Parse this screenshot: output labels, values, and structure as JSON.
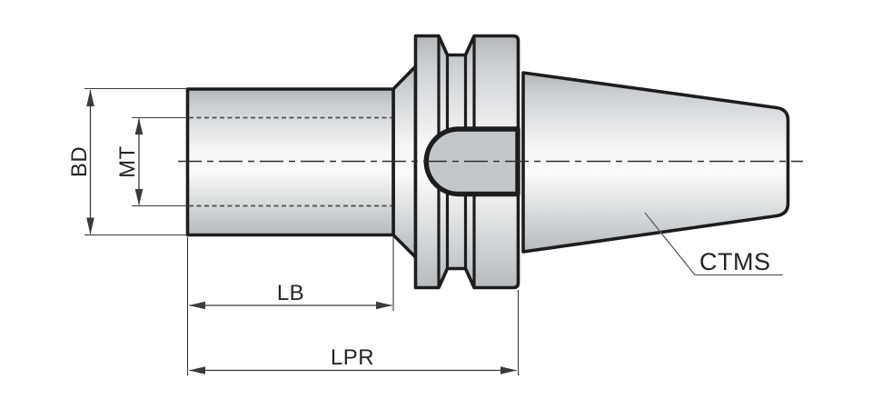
{
  "figure": {
    "type": "technical-drawing",
    "subject": "morse-taper-tool-holder-shank-side-view",
    "labels": {
      "bd": "BD",
      "mt": "MT",
      "lb": "LB",
      "lpr": "LPR",
      "ctms": "CTMS"
    }
  },
  "colors": {
    "background": "#ffffff",
    "outline": "#1d1d1d",
    "dim-line": "#3a3a3a",
    "hidden-line": "#4d4d4d",
    "centerline": "#2e2e2e",
    "leader": "#5a5a5a",
    "text": "#242424",
    "slot-fill": "#c4c7ca",
    "metal-light": "#fafbfb",
    "metal-dark": "#b5b9bc"
  }
}
